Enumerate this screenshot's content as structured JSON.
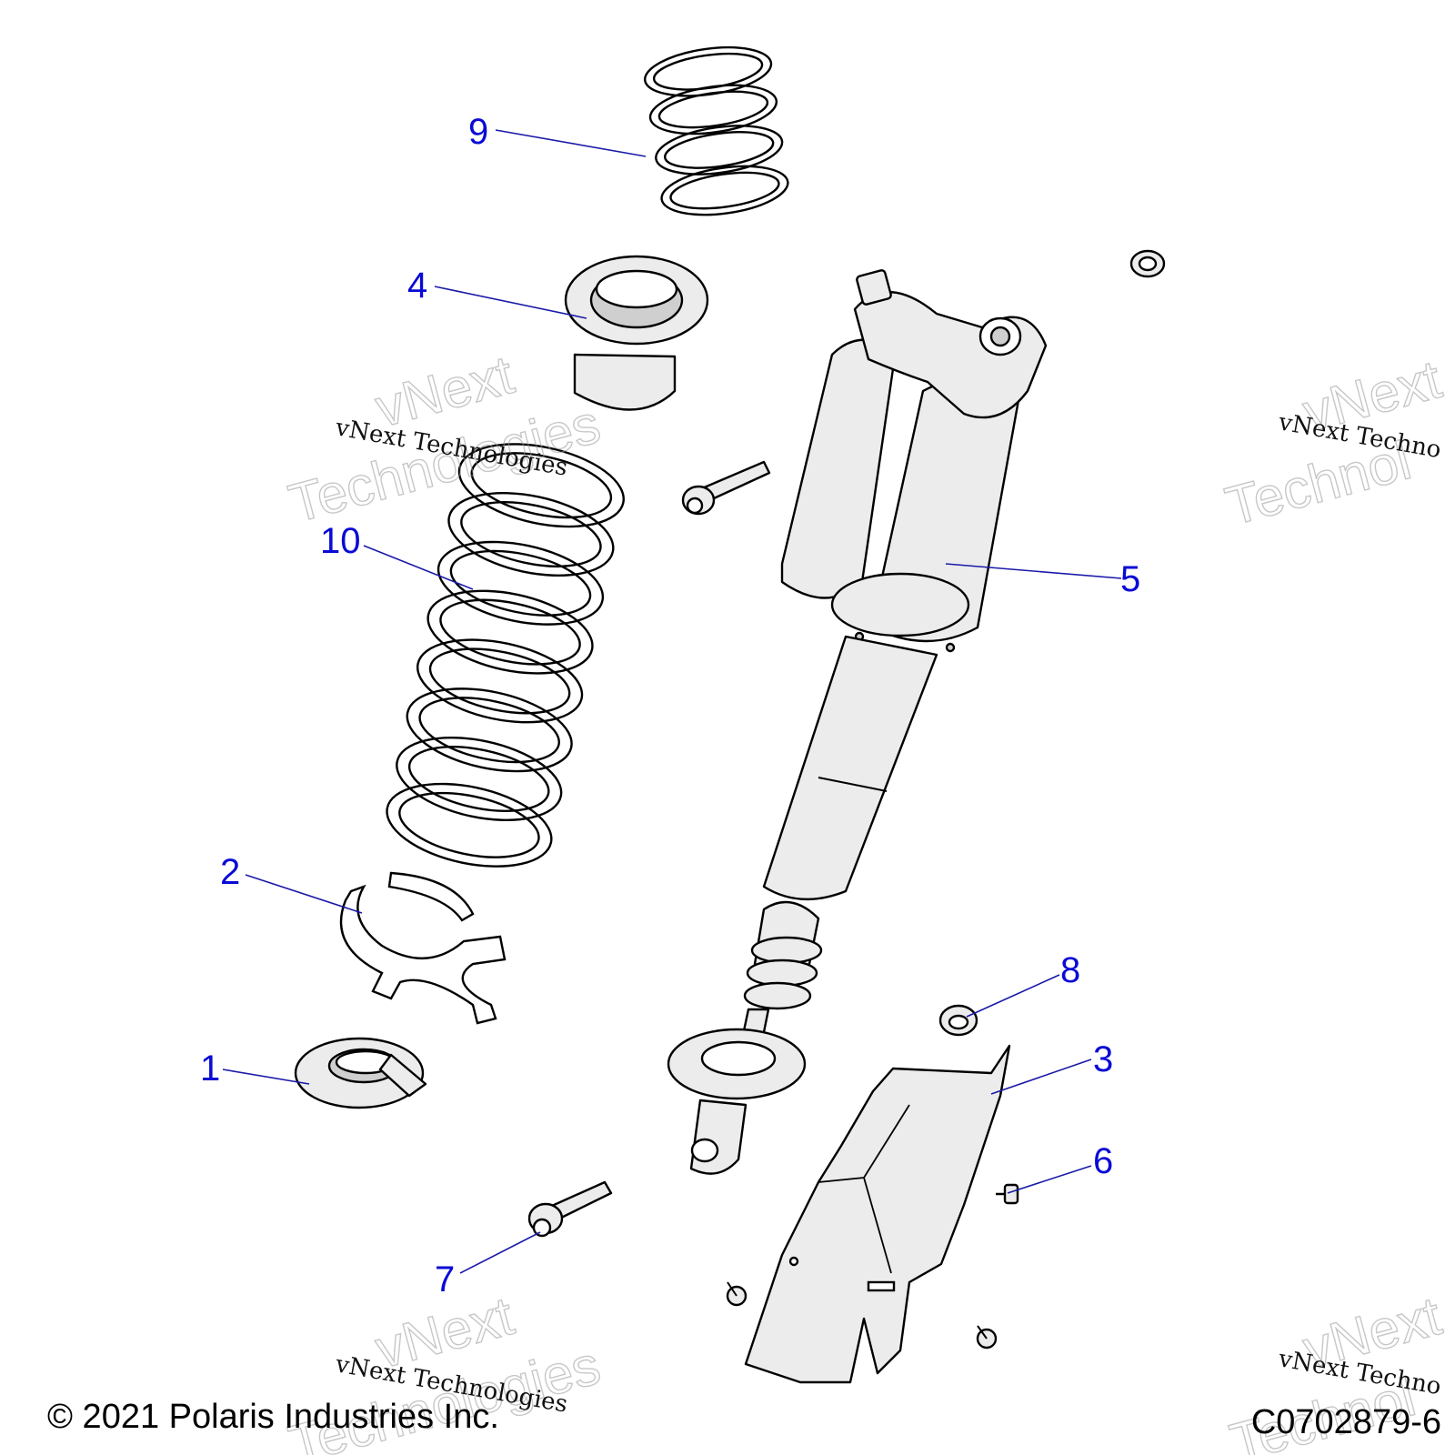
{
  "callouts": {
    "c1": "1",
    "c2": "2",
    "c3": "3",
    "c4": "4",
    "c5": "5",
    "c6": "6",
    "c7": "7",
    "c8": "8",
    "c9": "9",
    "c10": "10"
  },
  "watermark": {
    "line1": "vNext",
    "line2": "Technologies",
    "small": "vNext Technologies",
    "edge_small": "vNext Techno",
    "edge_big1": "vNext",
    "edge_big2": "Technol"
  },
  "footer": {
    "copyright": "© 2021 Polaris Industries Inc.",
    "drawing_code": "C0702879-6"
  },
  "colors": {
    "callout_text": "#0a0ad6",
    "leader_line": "#1a1aa8",
    "part_fill": "#ececec"
  }
}
